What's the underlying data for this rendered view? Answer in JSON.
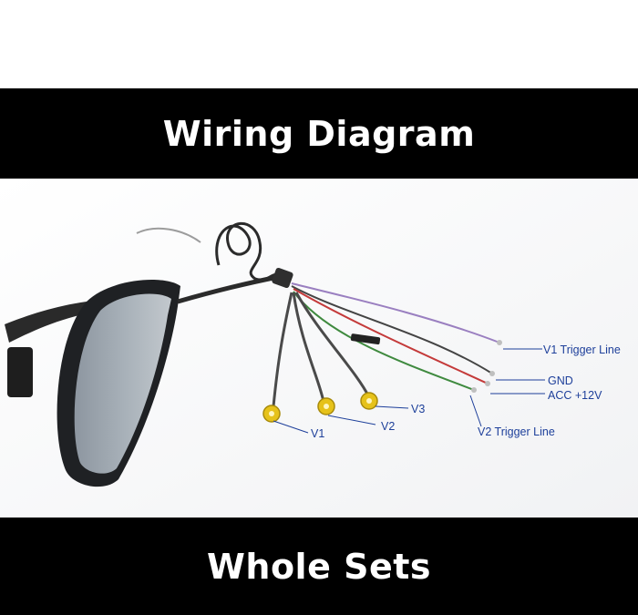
{
  "header": {
    "title": "Wiring Diagram"
  },
  "footer": {
    "title": "Whole Sets"
  },
  "labels": {
    "v1_trigger": "V1 Trigger Line",
    "gnd": "GND",
    "acc": "ACC +12V",
    "v2_trigger": "V2 Trigger Line",
    "v1": "V1",
    "v2": "V2",
    "v3": "V3"
  },
  "colors": {
    "banner": "#000000",
    "label_text": "#1d3f9a",
    "wire_purple": "#9a7fc0",
    "wire_red": "#c43a3a",
    "wire_green": "#3f8a3f",
    "rca_yellow": "#e6c21a"
  }
}
